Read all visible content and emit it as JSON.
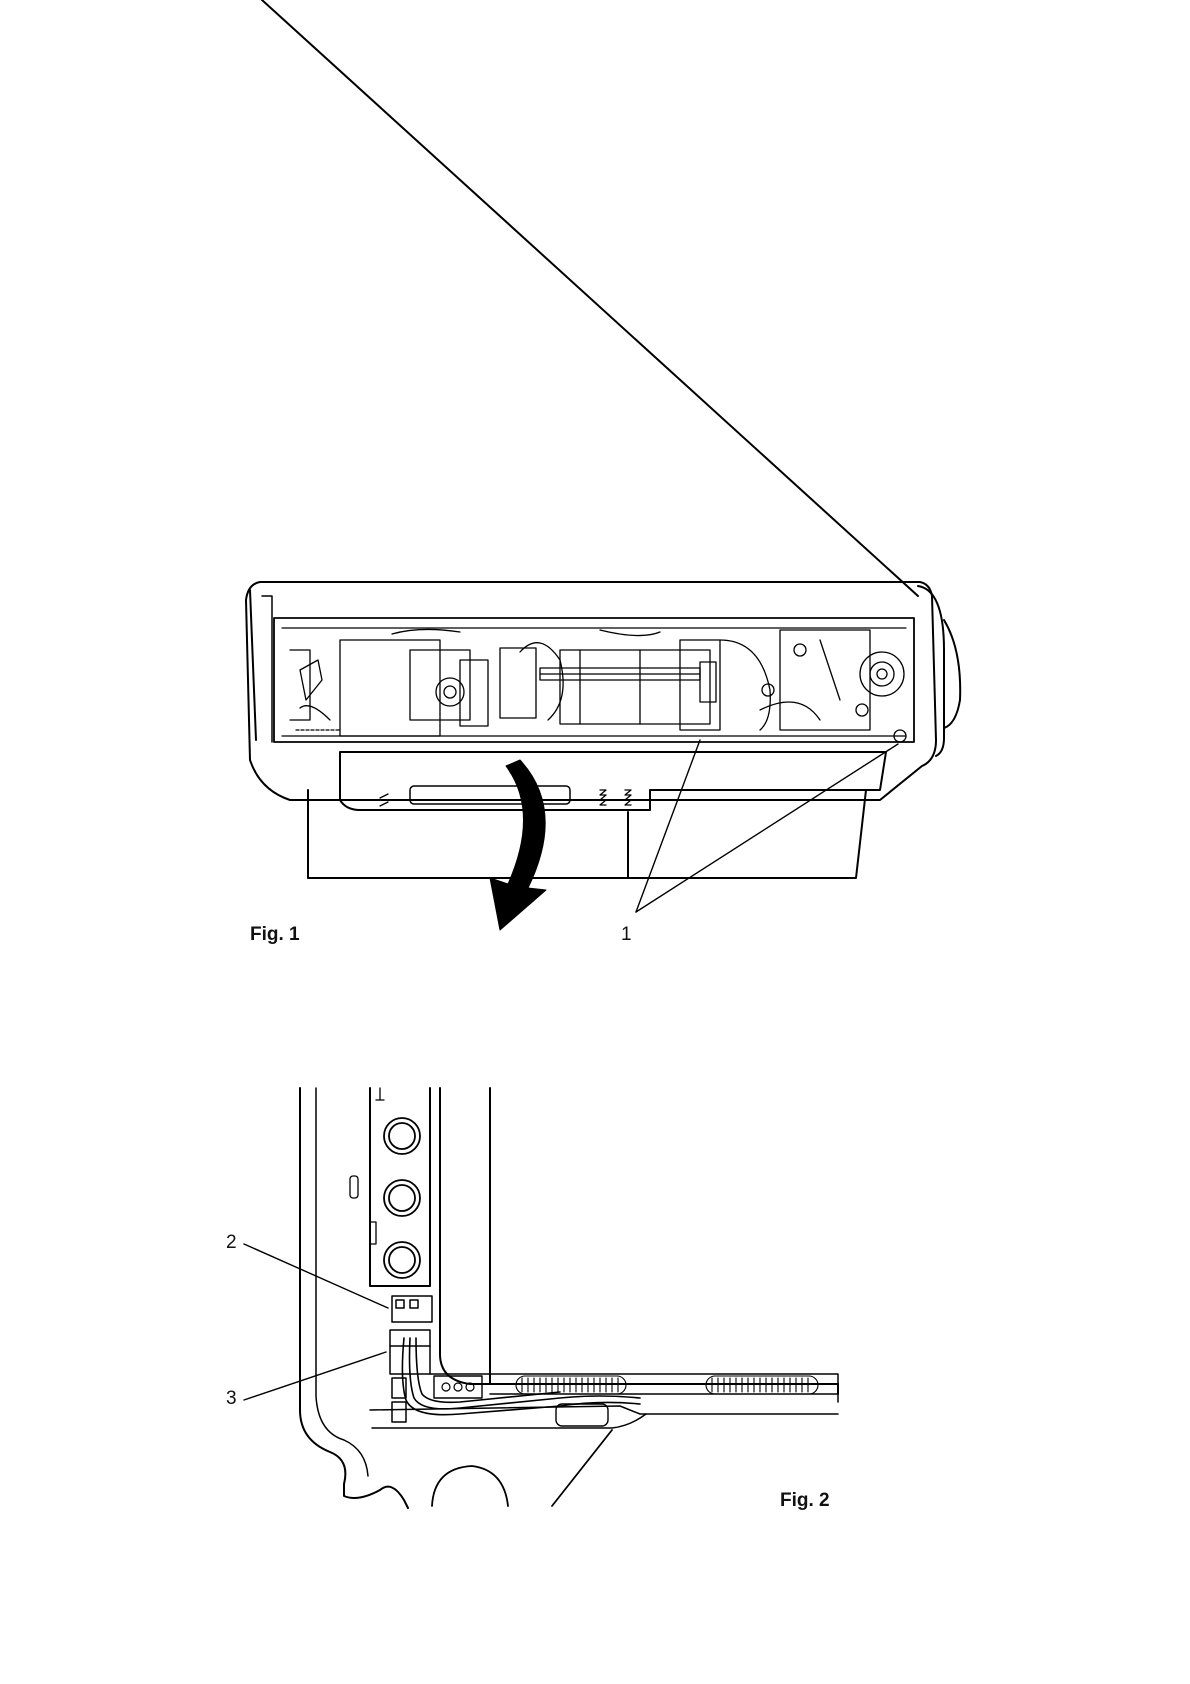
{
  "figure1": {
    "caption": "Fig. 1",
    "callouts": [
      "1"
    ]
  },
  "figure2": {
    "caption": "Fig. 2",
    "callouts": [
      "2",
      "3"
    ]
  }
}
